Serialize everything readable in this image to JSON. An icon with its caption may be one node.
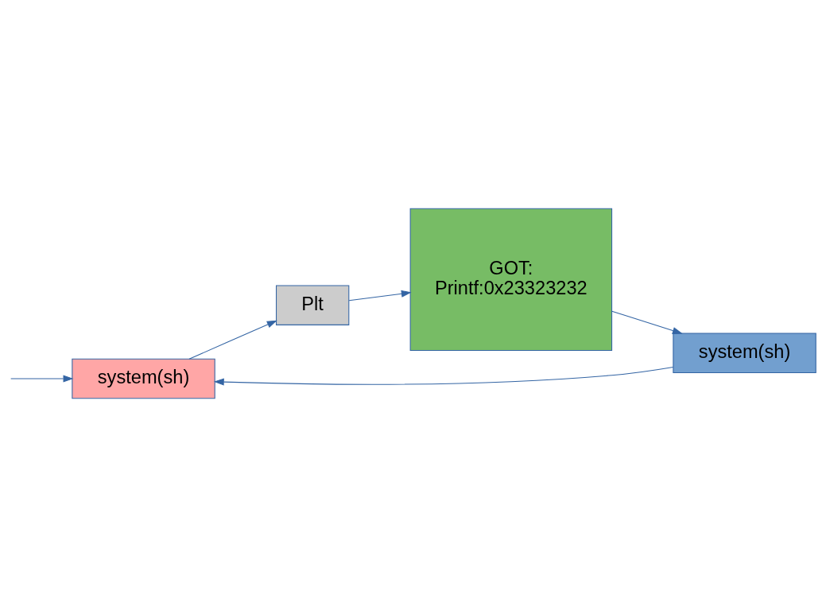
{
  "diagram": {
    "nodes": [
      {
        "text": [
          "system(sh)"
        ]
      },
      {
        "text": [
          "Plt"
        ]
      },
      {
        "text": [
          "GOT:",
          "Printf:0x23323232"
        ]
      },
      {
        "text": [
          "system(sh)"
        ]
      }
    ],
    "edges": [
      {
        "from": 0,
        "to": 1,
        "arrow": "to"
      },
      {
        "from": 1,
        "to": 2,
        "arrow": "to"
      },
      {
        "from": 2,
        "to": 3,
        "arrow": "to"
      },
      {
        "from": 3,
        "to": 0,
        "arrow": "to"
      },
      {
        "from": null,
        "to": 0,
        "arrow": "to"
      }
    ]
  }
}
